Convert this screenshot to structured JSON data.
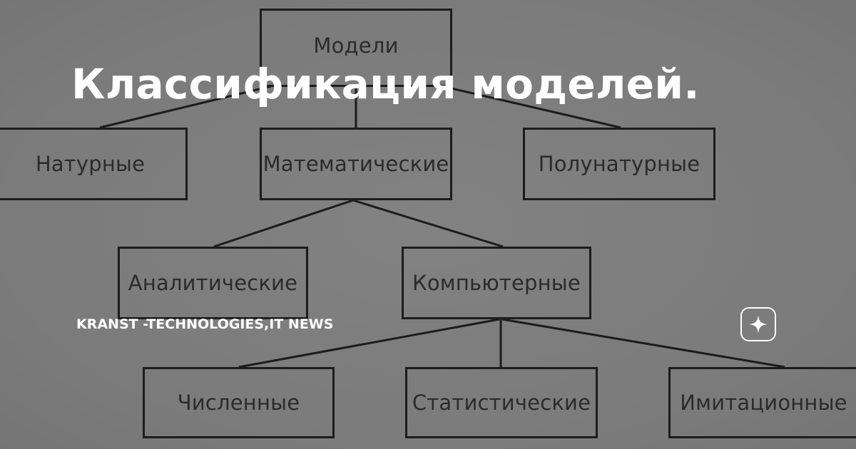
{
  "overlay": {
    "title": "Классификация моделей.",
    "channel": "KRANST -TECHNOLOGIES,IT NEWS",
    "badge_icon": "sparkle-star-icon"
  },
  "diagram": {
    "root": "Модели",
    "level1": [
      "Натурные",
      "Математические",
      "Полунатурные"
    ],
    "level2": [
      "Аналитические",
      "Компьютерные"
    ],
    "level3": [
      "Численные",
      "Статистические",
      "Имитационные"
    ]
  },
  "colors": {
    "background": "#7f7f7f",
    "box_border": "#1c1c1c",
    "box_text": "#2b2b2b",
    "overlay_text": "#ffffff"
  }
}
